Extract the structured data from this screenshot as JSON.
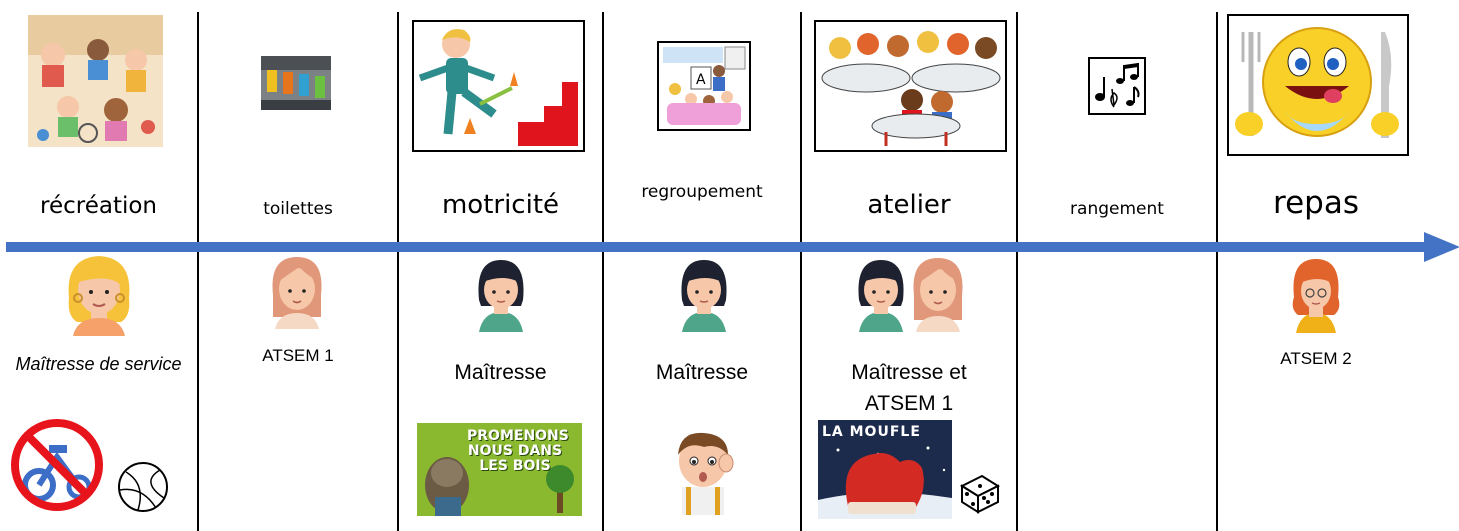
{
  "columns": [
    {
      "label": "récréation",
      "person": "Maîtresse de service"
    },
    {
      "label": "toilettes",
      "person": "ATSEM 1"
    },
    {
      "label": "motricité",
      "person": "Maîtresse",
      "book_title": "PROMENONS NOUS DANS LES BOIS"
    },
    {
      "label": "regroupement",
      "person": "Maîtresse"
    },
    {
      "label": "atelier",
      "person_line1": "Maîtresse et",
      "person_line2": "ATSEM 1",
      "book_title": "LA MOUFLE"
    },
    {
      "label": "rangement",
      "person": ""
    },
    {
      "label": "repas",
      "person": "ATSEM 2"
    }
  ],
  "colors": {
    "timeline_arrow": "#4472c4",
    "skin": "#f6c7a8",
    "teacher_hair": "#1e2230",
    "teacher_top": "#4fa58a",
    "atsem_hair": "#e0977a",
    "blonde_hair": "#f5c23a",
    "red_hair": "#e0642c"
  }
}
